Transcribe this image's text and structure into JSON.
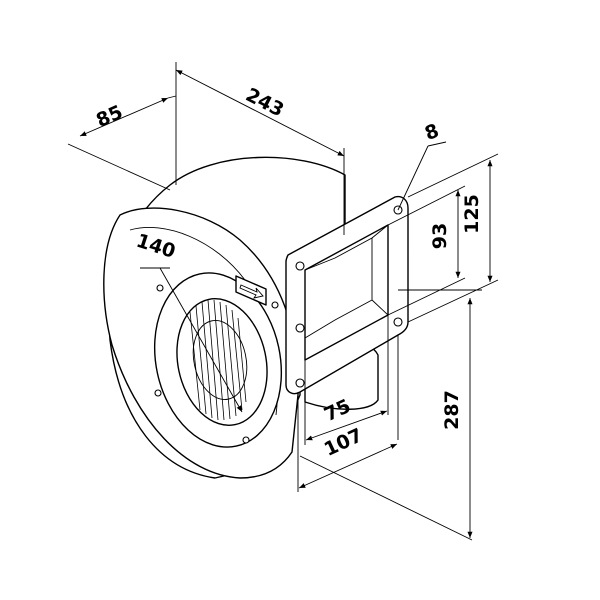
{
  "dimensions": {
    "depth": "85",
    "length": "243",
    "flange_hole": "8",
    "outlet_inner_height": "93",
    "outlet_outer_height": "125",
    "inlet_diameter": "140",
    "outlet_inner_width": "75",
    "outlet_outer_width": "107",
    "total_height": "287"
  }
}
